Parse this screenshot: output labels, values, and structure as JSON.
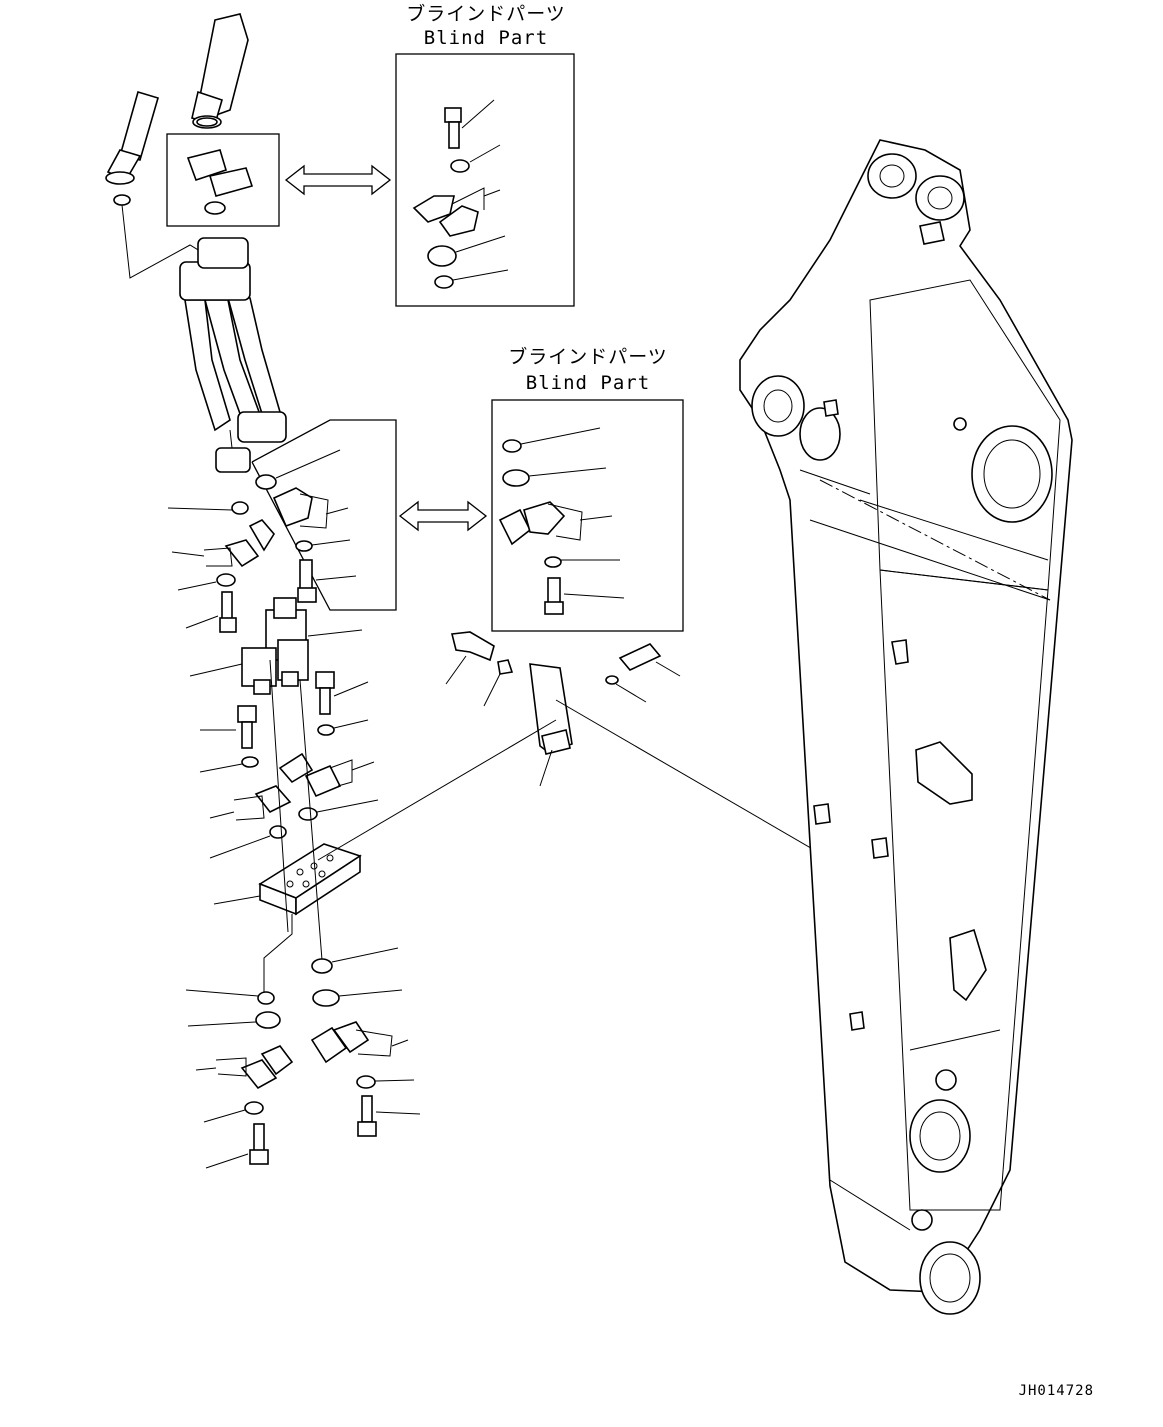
{
  "blind_part_top": {
    "jp": "ブラインドパーツ",
    "en": "Blind Part"
  },
  "blind_part_middle": {
    "jp": "ブラインドパーツ",
    "en": "Blind Part"
  },
  "drawing_code": "JH014728"
}
